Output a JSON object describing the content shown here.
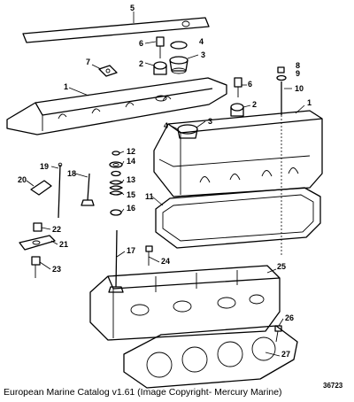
{
  "caption": "European Marine Catalog v1.61 (Image Copyright- Mercury Marine)",
  "figure_id": "36723",
  "callouts": [
    "1",
    "1",
    "2",
    "2",
    "3",
    "3",
    "4",
    "4",
    "5",
    "6",
    "6",
    "7",
    "8",
    "9",
    "10",
    "11",
    "12",
    "13",
    "14",
    "15",
    "16",
    "17",
    "18",
    "19",
    "20",
    "21",
    "22",
    "23",
    "24",
    "25",
    "26",
    "27"
  ]
}
